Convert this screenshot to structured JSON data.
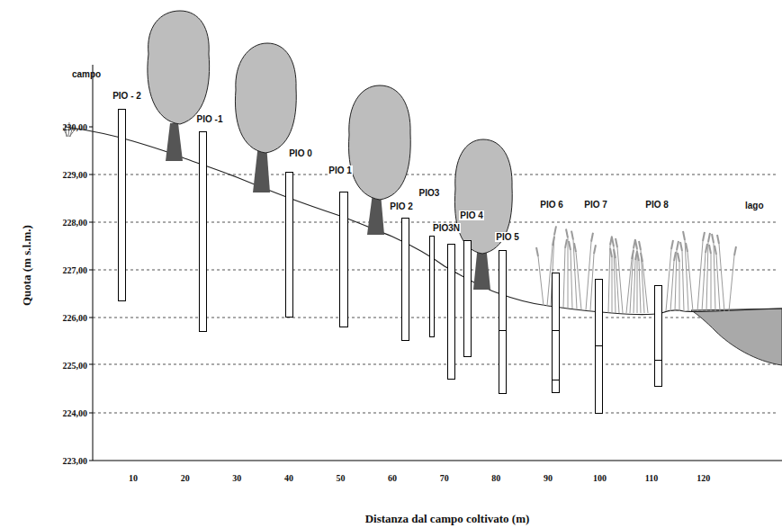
{
  "diagram": {
    "nodes": [
      {
        "text": [
          "PIO - 2"
        ]
      },
      {
        "text": [
          "PIO -1"
        ]
      },
      {
        "text": [
          "PIO 0"
        ]
      },
      {
        "text": [
          "PIO 1"
        ]
      },
      {
        "text": [
          "PIO 2"
        ]
      },
      {
        "text": [
          "PIO3"
        ]
      },
      {
        "text": [
          "PIO3N"
        ]
      },
      {
        "text": [
          "PIO 4"
        ]
      },
      {
        "text": [
          "PIO 5"
        ]
      },
      {
        "text": [
          "PIO 6"
        ]
      },
      {
        "text": [
          "PIO 7"
        ]
      },
      {
        "text": [
          "PIO 8"
        ]
      }
    ],
    "edges": [],
    "labels": [
      "campo",
      "lago",
      "230,00",
      "229,00",
      "228,00",
      "227,00",
      "226,00",
      "225,00",
      "224,00",
      "223,00",
      "10",
      "20",
      "30",
      "40",
      "50",
      "60",
      "70",
      "80",
      "90",
      "100",
      "110",
      "120",
      "Quota (m s.l.m.)",
      "Distanza dal campo coltivato (m)"
    ]
  }
}
